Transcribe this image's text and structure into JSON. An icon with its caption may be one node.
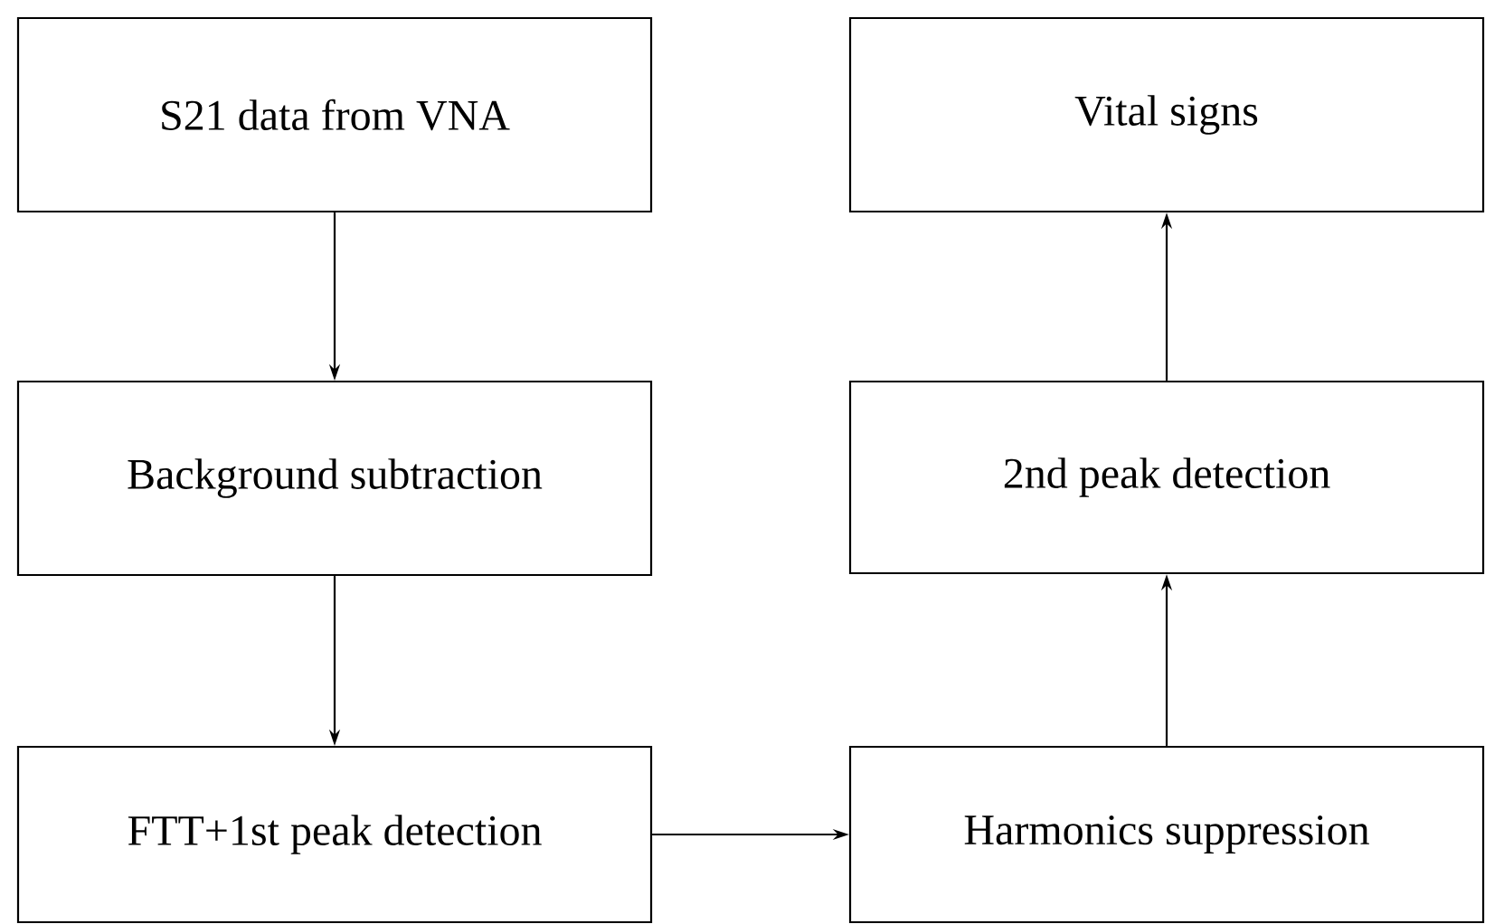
{
  "diagram": {
    "nodes": [
      {
        "text": [
          "S21 data from VNA"
        ]
      },
      {
        "text": [
          "Background subtraction"
        ]
      },
      {
        "text": [
          "FTT+1st peak detection"
        ]
      },
      {
        "text": [
          "Harmonics suppression"
        ]
      },
      {
        "text": [
          "2nd peak detection"
        ]
      },
      {
        "text": [
          "Vital signs"
        ]
      }
    ],
    "edges": [
      {
        "from": 0,
        "to": 1,
        "arrow": "to"
      },
      {
        "from": 1,
        "to": 2,
        "arrow": "to"
      },
      {
        "from": 2,
        "to": 3,
        "arrow": "to"
      },
      {
        "from": 3,
        "to": 4,
        "arrow": "to"
      },
      {
        "from": 4,
        "to": 5,
        "arrow": "to"
      }
    ]
  }
}
